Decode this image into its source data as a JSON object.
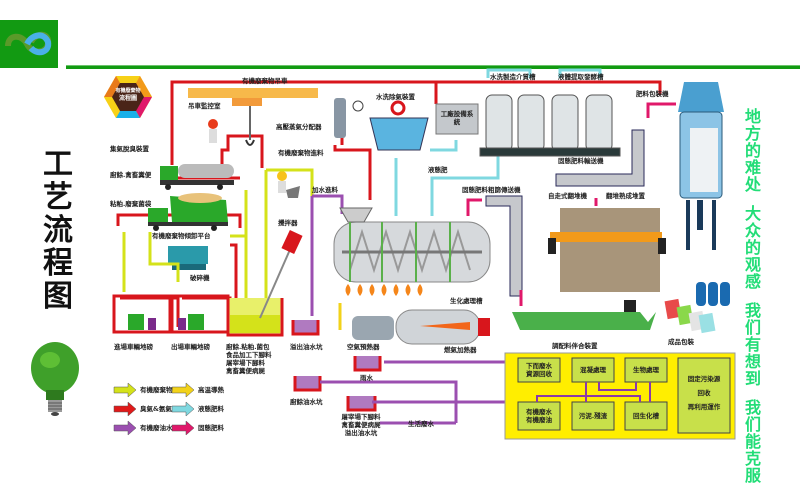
{
  "header": {
    "logo_icon": "infinity-leaf-logo",
    "brand_color": "#129a12"
  },
  "page_title": "工艺流程图",
  "slogan": [
    "地方的难处",
    "大众的观感",
    "我们有想到",
    "我们能克服"
  ],
  "slogan_color": "#22dd77",
  "diagram": {
    "badge": {
      "line1": "有機廢棄物",
      "line2": "流程圖"
    },
    "labels": {
      "crane": "有機廢棄物吊車",
      "crane_control": "吊車監控室",
      "steam_distributor": "高壓蒸氣分配器",
      "water_wash_deodor": "水洗除氣裝置",
      "factory_equipment": "工廠設備系統",
      "water_wash_tanks": "水洗製造介質槽",
      "liquid_extract_tanks": "液體提取發酵槽",
      "fertilizer_packer": "肥料包裝機",
      "collect_deodor": "集氣脫臭裝置",
      "kitchen_waste": "廚餘.禽畜糞便",
      "dregs_mushroom": "粘粕.廢棄菌袋",
      "feed_platform": "有機廢棄物進料",
      "unload_platform": "有機廢棄物傾卸平台",
      "crusher": "破碎機",
      "stirrer": "攪拌器",
      "oil_feed": "加水進料",
      "liquid_fertilizer": "液態肥",
      "solid_conveyor": "固態肥料輸送機",
      "solid_screen_conveyor": "固態肥料粗篩傳送機",
      "self_turner": "自走式翻堆機",
      "compost_area": "翻堆熟成堆置",
      "bio_tank": "生化處理槽",
      "air_preheater": "空氣預熱器",
      "gas_heater": "燃氣加熱器",
      "mixing_device": "調配料伴合裝置",
      "finished_pack": "成品包裝",
      "in_scale": "進場車輛地磅",
      "out_scale": "出場車輛地磅",
      "pit_mix": [
        "廚餘.粘粕.菌包",
        "食品加工下腳料",
        "屠宰場下腳料",
        "禽畜糞便病屍"
      ],
      "overflow_pit": "溢出油水坑",
      "rain": "雨水",
      "kitchen_pit": "廚餘油水坑",
      "slaughter_pit": [
        "屠宰場下腳料",
        "禽畜糞便病屍",
        "溢出油水坑"
      ],
      "domestic_sewage": "生活廢水"
    },
    "treatment_boxes": [
      {
        "name": "sewer-recovery",
        "text": [
          "下而廢水",
          "資源回收"
        ]
      },
      {
        "name": "coagulation",
        "text": [
          "混凝處理"
        ]
      },
      {
        "name": "bio-treatment",
        "text": [
          "生物處理"
        ]
      },
      {
        "name": "solid-recovery",
        "text": [
          "固定污染源",
          "回收",
          "再利用運作"
        ]
      },
      {
        "name": "organic-wastewater",
        "text": [
          "有機廢水",
          "有機廢油"
        ]
      },
      {
        "name": "sludge",
        "text": [
          "污泥.殘渣"
        ]
      },
      {
        "name": "digester",
        "text": [
          "回生化槽"
        ]
      }
    ],
    "legend": [
      {
        "label": "有機廢棄物",
        "color": "#d4e21a"
      },
      {
        "label": "高温導熱",
        "color": "#f2d21a"
      },
      {
        "label": "臭氣&氨氣",
        "color": "#e01a1a"
      },
      {
        "label": "液態肥料",
        "color": "#7fd8e0"
      },
      {
        "label": "有機廢油水",
        "color": "#9b4fb0"
      },
      {
        "label": "固態肥料",
        "color": "#e0186a"
      }
    ]
  }
}
